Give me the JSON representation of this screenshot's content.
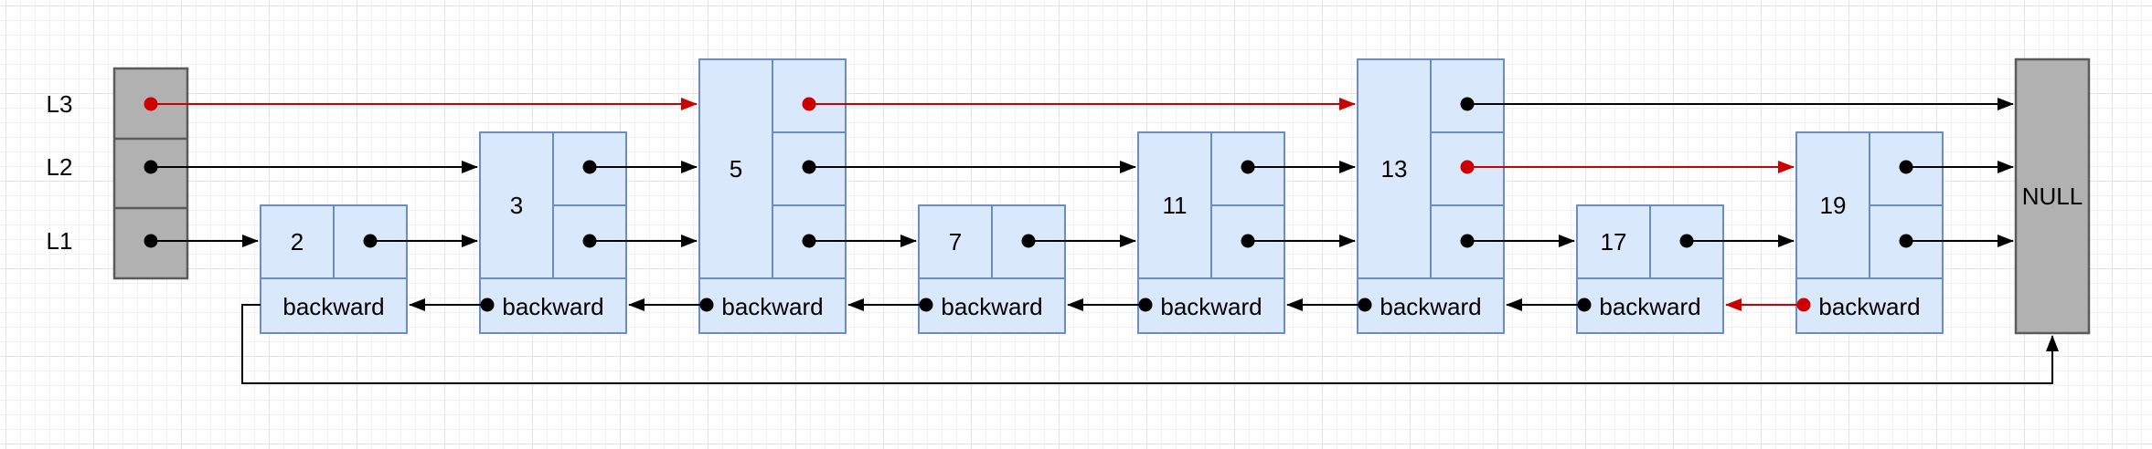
{
  "diagram": {
    "kind": "skip-list-with-backward-pointers",
    "row_labels": [
      "L3",
      "L2",
      "L1"
    ],
    "backward_label": "backward",
    "tail_label": "NULL",
    "nodes": [
      {
        "value": "2",
        "levels": 1
      },
      {
        "value": "3",
        "levels": 2
      },
      {
        "value": "5",
        "levels": 3
      },
      {
        "value": "7",
        "levels": 1
      },
      {
        "value": "11",
        "levels": 2
      },
      {
        "value": "13",
        "levels": 3
      },
      {
        "value": "17",
        "levels": 1
      },
      {
        "value": "19",
        "levels": 2
      }
    ],
    "pointers": {
      "L3": [
        {
          "from": "header",
          "to": "5",
          "color": "#cc0000"
        },
        {
          "from": "5",
          "to": "13",
          "color": "#cc0000"
        },
        {
          "from": "13",
          "to": "NULL",
          "color": "#000000"
        }
      ],
      "L2": [
        {
          "from": "header",
          "to": "3",
          "color": "#000000"
        },
        {
          "from": "3",
          "to": "5",
          "color": "#000000"
        },
        {
          "from": "5",
          "to": "11",
          "color": "#000000"
        },
        {
          "from": "11",
          "to": "13",
          "color": "#000000"
        },
        {
          "from": "13",
          "to": "19",
          "color": "#cc0000"
        },
        {
          "from": "19",
          "to": "NULL",
          "color": "#000000"
        }
      ],
      "L1": [
        {
          "from": "header",
          "to": "2",
          "color": "#000000"
        },
        {
          "from": "2",
          "to": "3",
          "color": "#000000"
        },
        {
          "from": "3",
          "to": "5",
          "color": "#000000"
        },
        {
          "from": "5",
          "to": "7",
          "color": "#000000"
        },
        {
          "from": "7",
          "to": "11",
          "color": "#000000"
        },
        {
          "from": "11",
          "to": "13",
          "color": "#000000"
        },
        {
          "from": "13",
          "to": "17",
          "color": "#000000"
        },
        {
          "from": "17",
          "to": "19",
          "color": "#000000"
        },
        {
          "from": "19",
          "to": "NULL",
          "color": "#000000"
        }
      ],
      "backward": [
        {
          "from": "2",
          "to": "NULL",
          "color": "#000000",
          "route": "bottom"
        },
        {
          "from": "3",
          "to": "2",
          "color": "#000000"
        },
        {
          "from": "5",
          "to": "3",
          "color": "#000000"
        },
        {
          "from": "7",
          "to": "5",
          "color": "#000000"
        },
        {
          "from": "11",
          "to": "7",
          "color": "#000000"
        },
        {
          "from": "13",
          "to": "11",
          "color": "#000000"
        },
        {
          "from": "17",
          "to": "13",
          "color": "#000000"
        },
        {
          "from": "19",
          "to": "17",
          "color": "#cc0000"
        }
      ]
    },
    "colors": {
      "background": "#ffffff",
      "grid_minor": "#f0f0f0",
      "grid_major": "#e3e3e3",
      "node_fill": "#dae8fc",
      "node_border": "#6c8ebf",
      "header_fill": "#b1b1b1",
      "header_border": "#5b5b5b",
      "arrow_black": "#000000",
      "arrow_red": "#cc0000",
      "text": "#000000"
    }
  }
}
